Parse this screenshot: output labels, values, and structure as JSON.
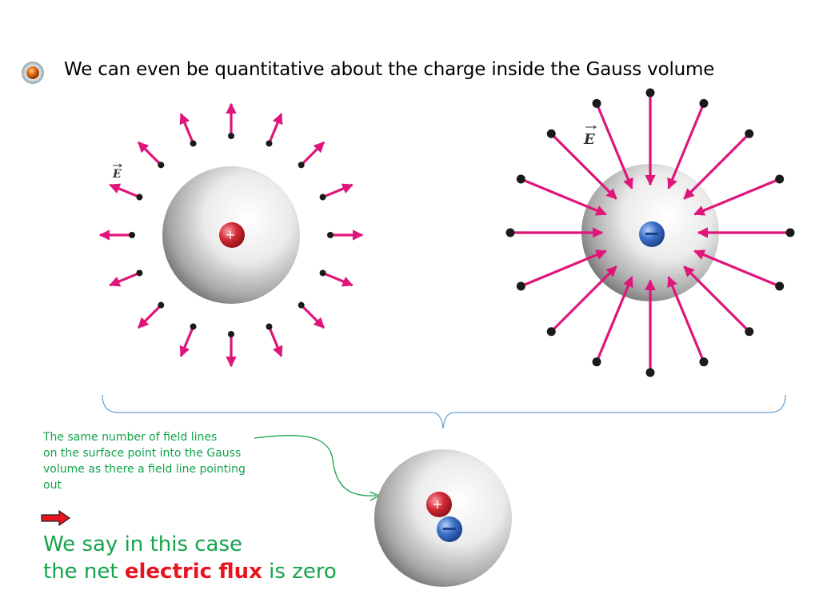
{
  "title": "We can even be quantitative about the charge inside the Gauss volume",
  "diagrams": {
    "left": {
      "field_label": "E",
      "charge_sign": "+"
    },
    "right": {
      "field_label": "E",
      "charge_sign": "−"
    },
    "bottom": {
      "charges": [
        "+",
        "−"
      ]
    }
  },
  "note": {
    "lines": [
      "The same number of field lines",
      "on the surface point into the Gauss",
      "volume as there a field line pointing",
      "out"
    ]
  },
  "conclusion": {
    "line1": "We say in this case",
    "line2_before": "the net",
    "emph1": "electric",
    "emph2": "flux",
    "line2_after": "is zero"
  },
  "colors": {
    "field_arrow": "#e0157a",
    "text_green": "#14a34b",
    "highlight_red": "#e8141e",
    "positive_charge": "#d12b36",
    "negative_charge": "#3a6fc9",
    "sphere": "#9e9e9e"
  },
  "icons": [
    "bullet-orb-icon",
    "red-arrow-icon"
  ]
}
